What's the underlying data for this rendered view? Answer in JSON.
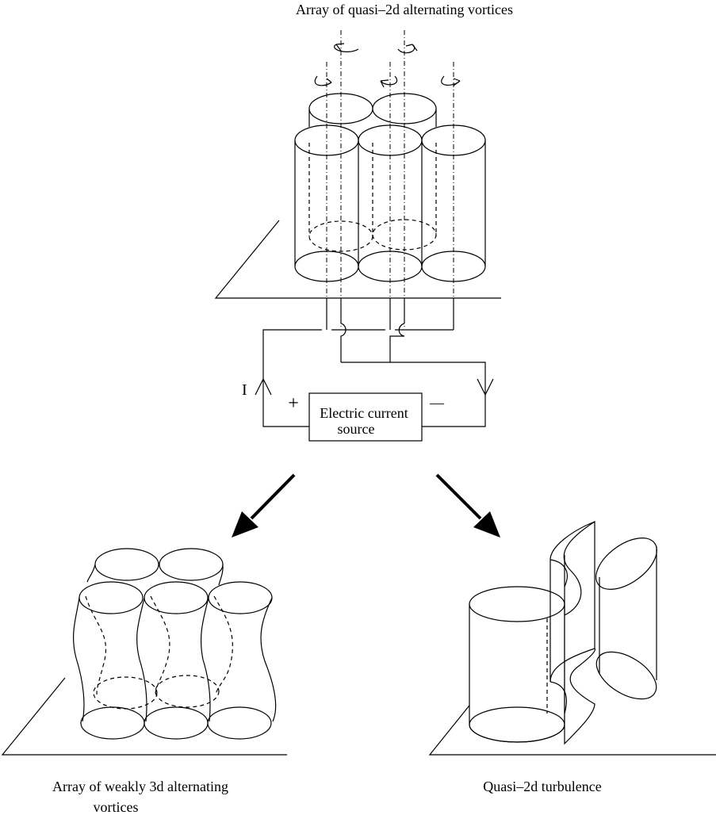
{
  "labels": {
    "top_title": "Array of quasi–2d alternating vortices",
    "current_symbol": "I",
    "plus_sign": "+",
    "minus_sign": "—",
    "source_line1": "Electric current",
    "source_line2": "source",
    "bottom_left_line1": "Array of weakly 3d alternating",
    "bottom_left_line2": "vortices",
    "bottom_right": "Quasi–2d turbulence"
  }
}
